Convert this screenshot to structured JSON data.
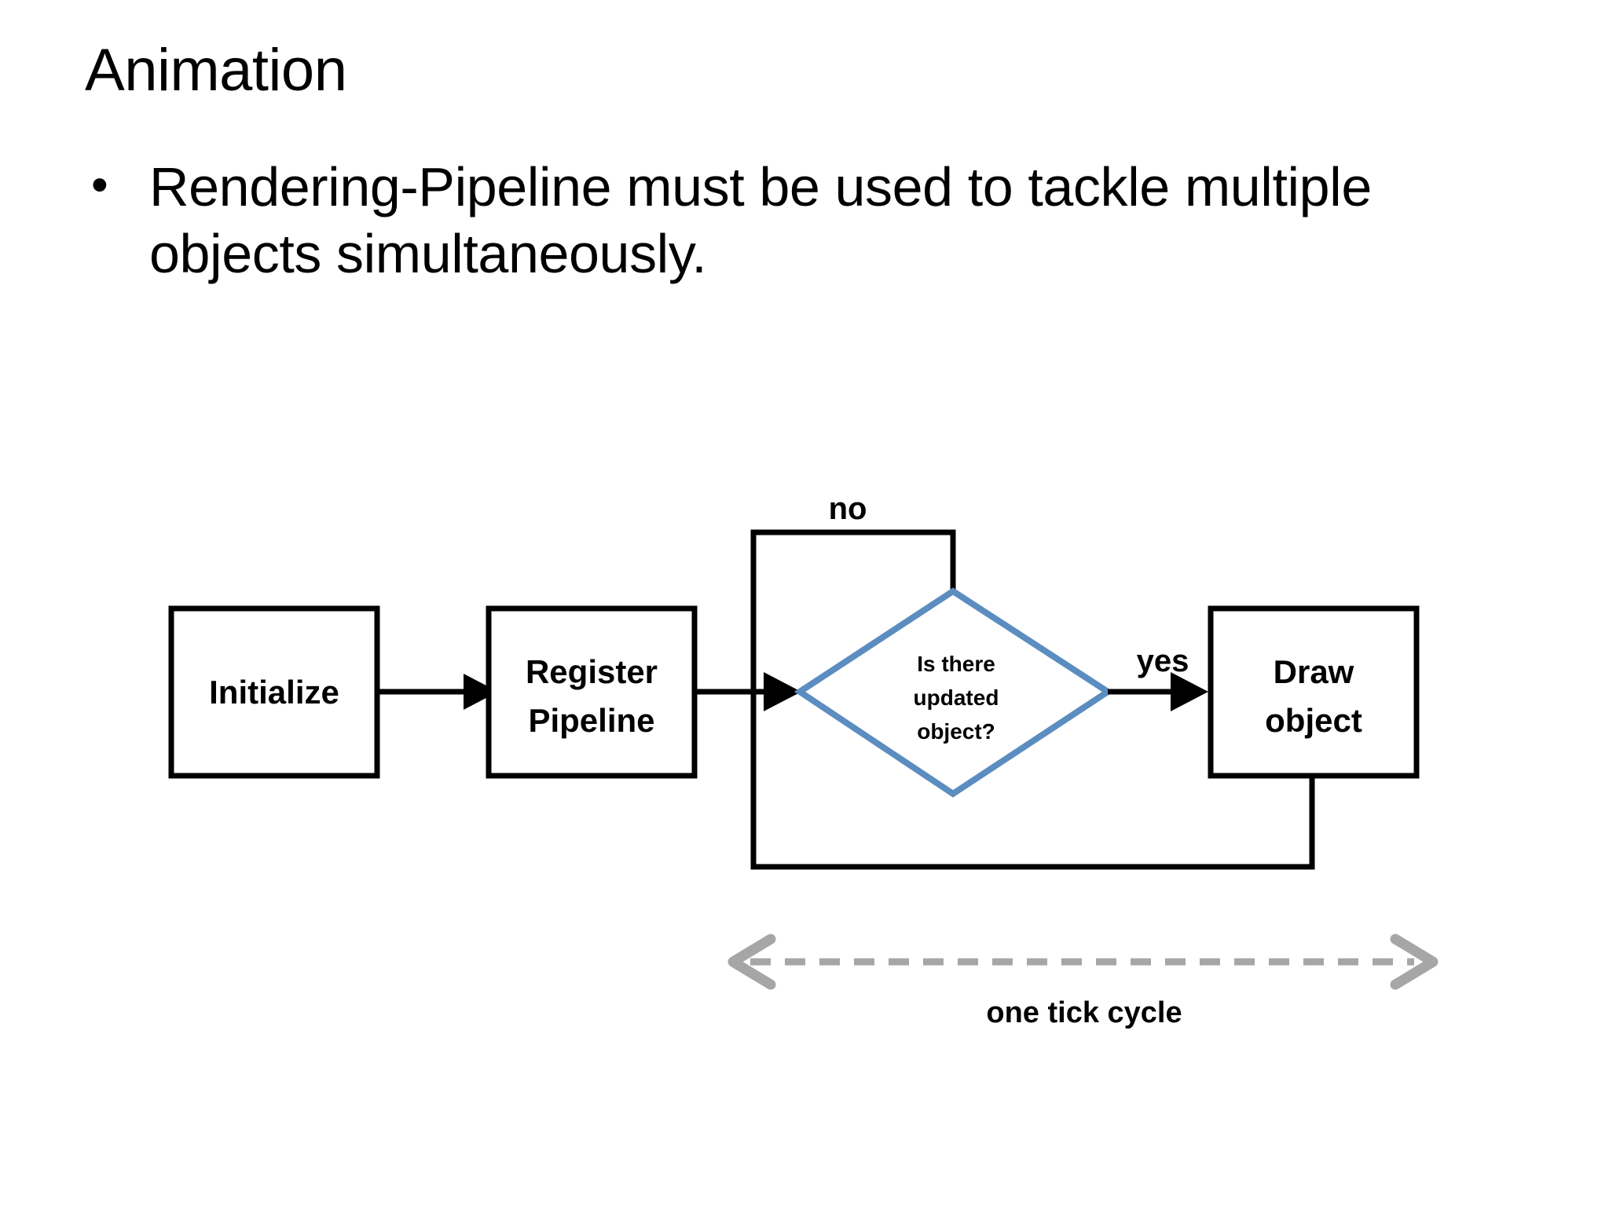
{
  "slide": {
    "title": "Animation",
    "bullets": [
      {
        "marker": "•",
        "text": "Rendering-Pipeline must be used to tackle multiple objects simultaneously."
      }
    ]
  },
  "diagram": {
    "type": "flowchart",
    "nodes": [
      {
        "id": "initialize",
        "shape": "process",
        "label": "Initialize"
      },
      {
        "id": "register-pipeline",
        "shape": "process",
        "label_line1": "Register",
        "label_line2": "Pipeline"
      },
      {
        "id": "decision",
        "shape": "decision",
        "label_line1": "Is there",
        "label_line2": "updated",
        "label_line3": "object?"
      },
      {
        "id": "draw-object",
        "shape": "process",
        "label_line1": "Draw",
        "label_line2": "object"
      }
    ],
    "edge_labels": {
      "no": "no",
      "yes": "yes"
    },
    "annotation": {
      "cycle_label": "one tick cycle"
    },
    "colors": {
      "decision_stroke": "#5B8DC0",
      "line": "#000000",
      "annotation": "#a6a6a6",
      "background": "#ffffff",
      "text": "#000000"
    }
  }
}
